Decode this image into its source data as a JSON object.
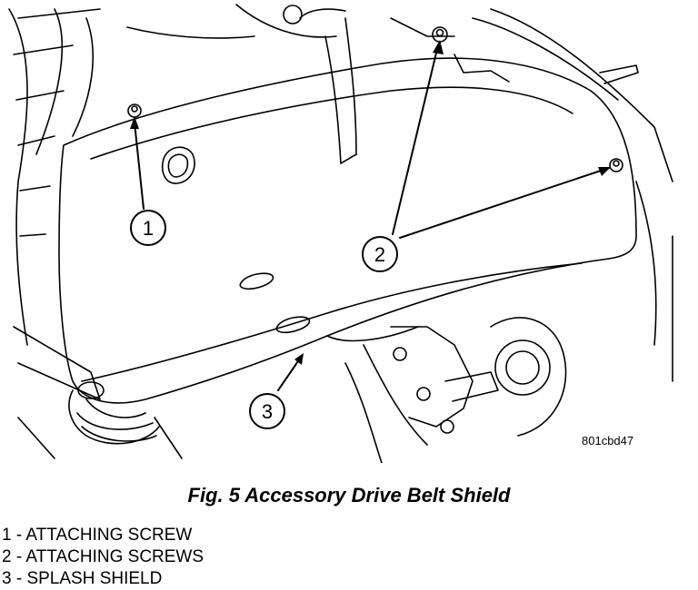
{
  "figure": {
    "code": "801cbd47",
    "callouts": [
      {
        "number": "1"
      },
      {
        "number": "2"
      },
      {
        "number": "3"
      }
    ]
  },
  "caption": "Fig. 5 Accessory Drive Belt Shield",
  "legend": [
    "1 - ATTACHING SCREW",
    "2 - ATTACHING SCREWS",
    "3 - SPLASH SHIELD"
  ]
}
